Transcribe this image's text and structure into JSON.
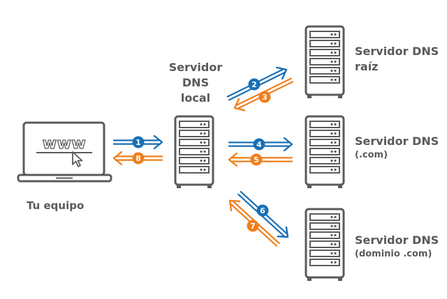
{
  "nodes": {
    "pc_label": "Tu equipo",
    "pc_screen_text": "www",
    "local_dns": {
      "line1": "Servidor",
      "line2": "DNS",
      "line3": "local"
    },
    "root_dns": {
      "line1": "Servidor DNS",
      "line2": "raíz"
    },
    "com_dns": {
      "line1": "Servidor DNS",
      "line2": "(.com)"
    },
    "domain_dns": {
      "line1": "Servidor DNS",
      "line2": "(dominio .com)"
    }
  },
  "steps": [
    "1",
    "2",
    "3",
    "4",
    "5",
    "6",
    "7",
    "8"
  ],
  "colors": {
    "request": "#1a6fb5",
    "response": "#f07f1c",
    "device": "#5a5b5d",
    "text": "#58595b"
  }
}
